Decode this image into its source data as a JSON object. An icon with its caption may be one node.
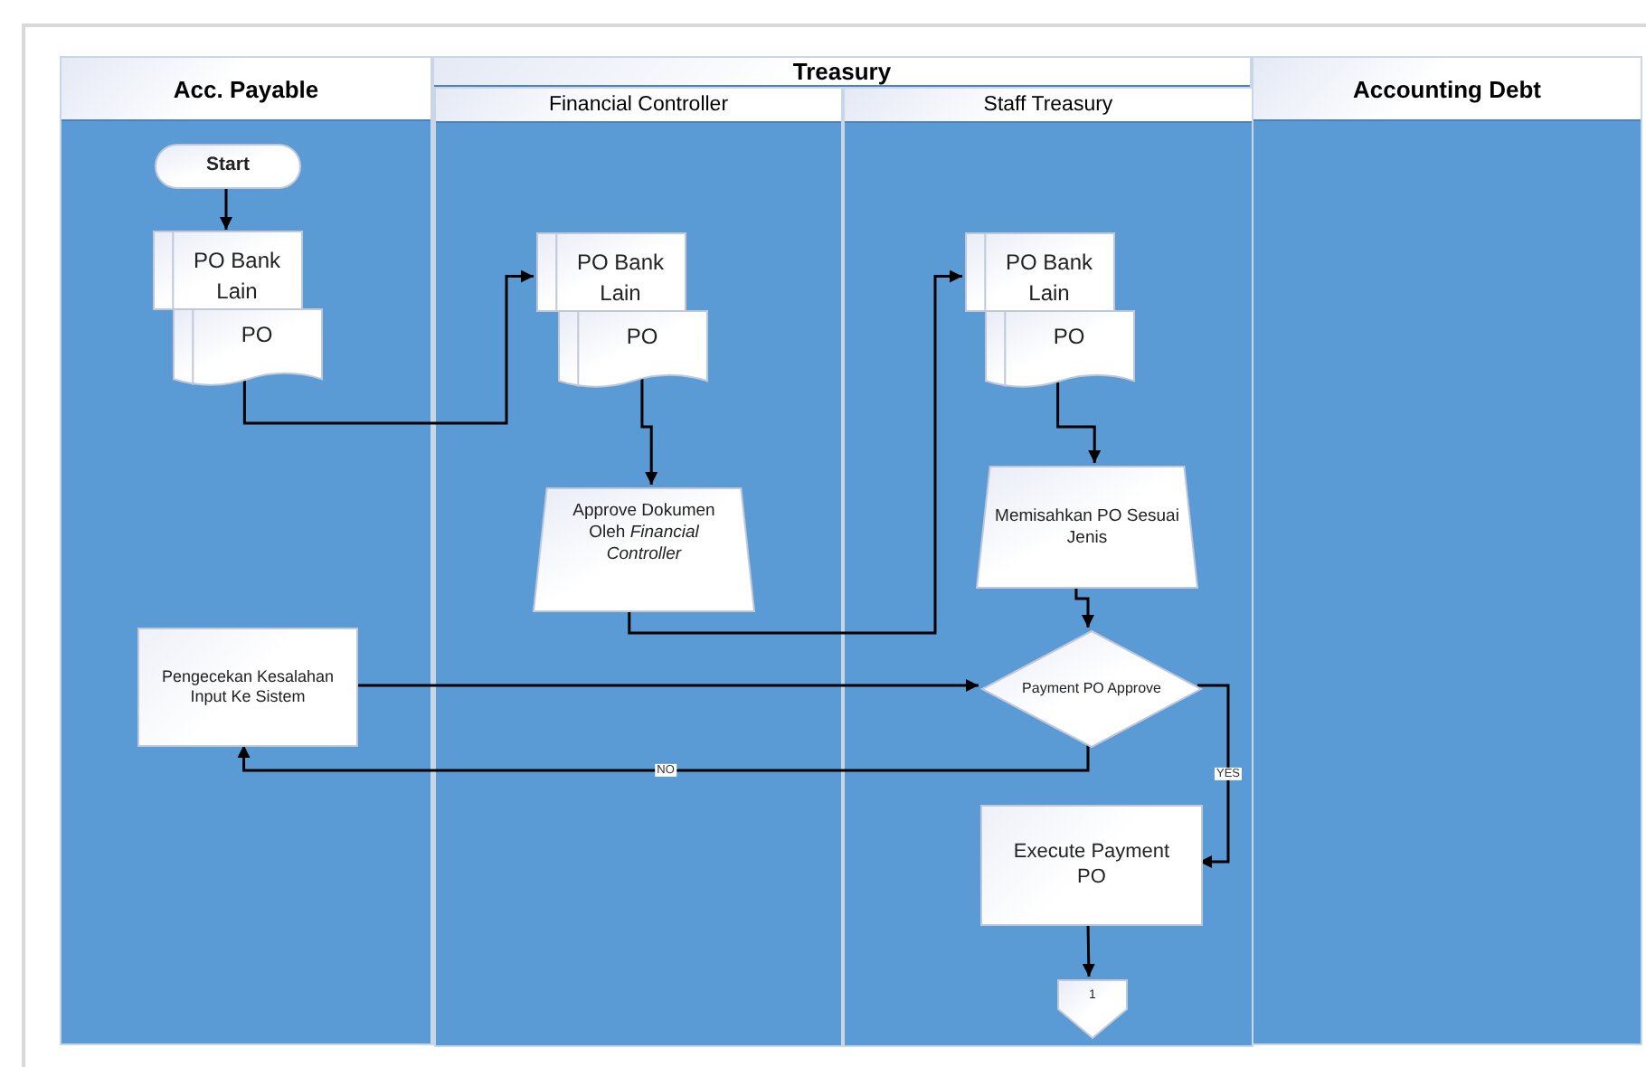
{
  "diagram": {
    "nodes": [
      {
        "text": [
          "Acc. Payable"
        ]
      },
      {
        "text": [
          "Treasury"
        ]
      },
      {
        "text": [
          "Financial Controller"
        ],
        "in": 1
      },
      {
        "text": [
          "Staff Treasury"
        ],
        "in": 1
      },
      {
        "text": [
          "Accounting Debt"
        ]
      },
      {
        "text": [
          "Start"
        ],
        "in": 0
      },
      {
        "text": [
          "PO Bank Lain"
        ],
        "in": 0
      },
      {
        "text": [
          "PO"
        ],
        "in": 0
      },
      {
        "text": [
          "PO Bank Lain"
        ],
        "in": 2
      },
      {
        "text": [
          "PO"
        ],
        "in": 2
      },
      {
        "text": [
          "Approve Dokumen Oleh *Financial Controller*"
        ],
        "in": 2
      },
      {
        "text": [
          "PO Bank Lain"
        ],
        "in": 3
      },
      {
        "text": [
          "PO"
        ],
        "in": 3
      },
      {
        "text": [
          "Memisahkan PO Sesuai Jenis"
        ],
        "in": 3
      },
      {
        "text": [
          "Pengecekan Kesalahan Input Ke Sistem"
        ],
        "in": 0
      },
      {
        "text": [
          "Payment PO Approve"
        ],
        "in": 3
      },
      {
        "text": [
          "Execute Payment PO"
        ],
        "in": 3
      },
      {
        "text": [
          "1"
        ],
        "in": 3
      }
    ],
    "edges": [
      {
        "from": 5,
        "to": 6,
        "arrow": "to"
      },
      {
        "from": 7,
        "to": 8,
        "arrow": "to"
      },
      {
        "from": 9,
        "to": 10,
        "arrow": "to"
      },
      {
        "from": 10,
        "to": 11,
        "arrow": "to"
      },
      {
        "from": 12,
        "to": 13,
        "arrow": "to"
      },
      {
        "from": 13,
        "to": 15,
        "arrow": "to"
      },
      {
        "from": 14,
        "to": 15,
        "arrow": "to"
      },
      {
        "from": 15,
        "to": 14,
        "arrow": "to",
        "label": "NO"
      },
      {
        "from": 15,
        "to": 16,
        "arrow": "to",
        "label": "YES"
      },
      {
        "from": 16,
        "to": 17,
        "arrow": "to"
      }
    ]
  }
}
